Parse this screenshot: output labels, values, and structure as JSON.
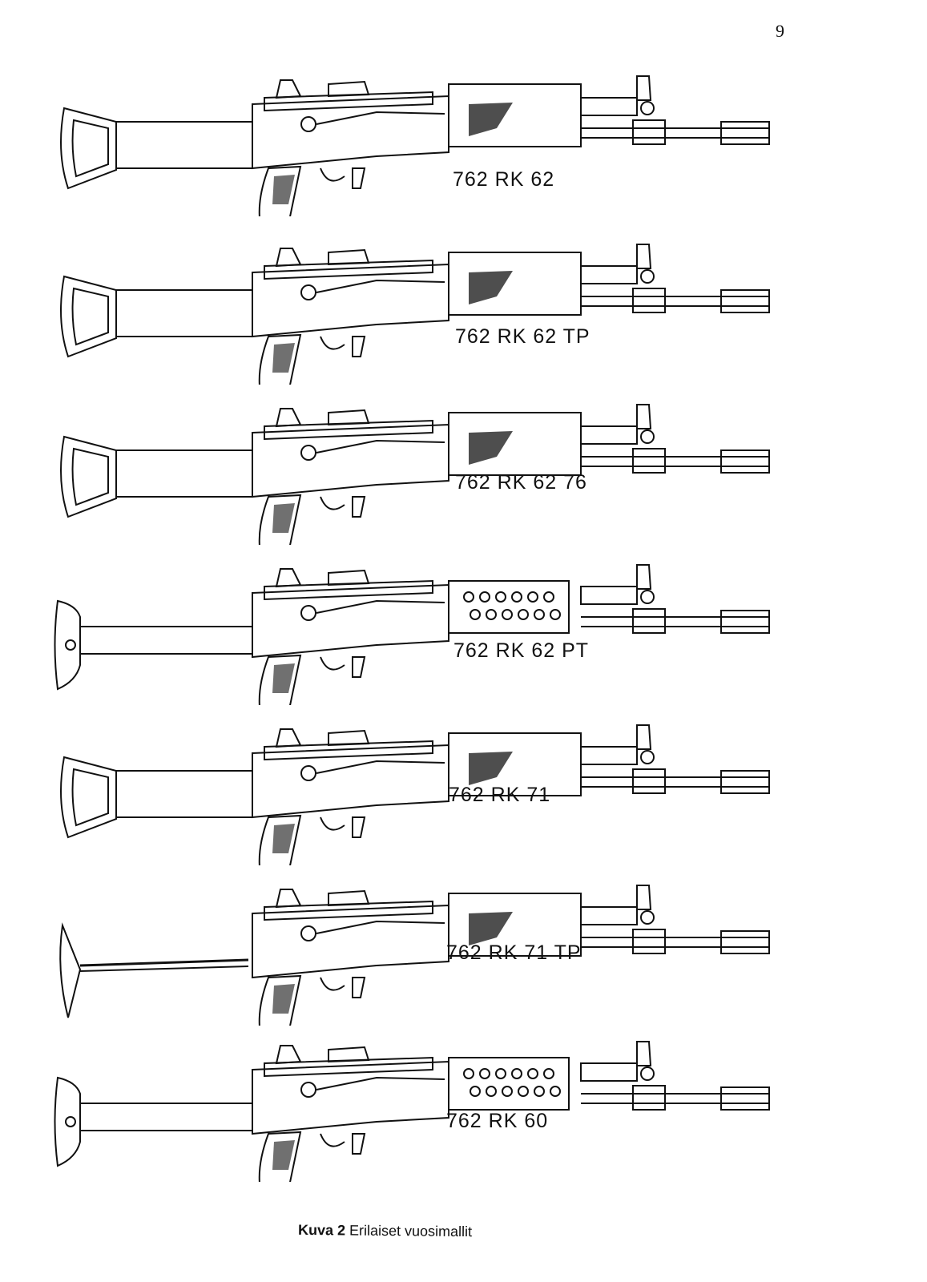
{
  "page_number": "9",
  "figures": [
    {
      "label": "762 RK 62",
      "stock": "skeleton",
      "handguard": "hatched"
    },
    {
      "label": "762 RK 62 TP",
      "stock": "skeleton",
      "handguard": "hatched"
    },
    {
      "label": "762 RK 62 76",
      "stock": "skeleton",
      "handguard": "hatched"
    },
    {
      "label": "762 RK 62 PT",
      "stock": "tube",
      "handguard": "holes"
    },
    {
      "label": "762 RK 71",
      "stock": "skeleton",
      "handguard": "hatched"
    },
    {
      "label": "762 RK 71 TP",
      "stock": "folding",
      "handguard": "hatched"
    },
    {
      "label": "762 RK 60",
      "stock": "tube",
      "handguard": "holes"
    }
  ],
  "caption": {
    "bold": "Kuva 2",
    "text": "Erilaiset vuosimallit"
  }
}
